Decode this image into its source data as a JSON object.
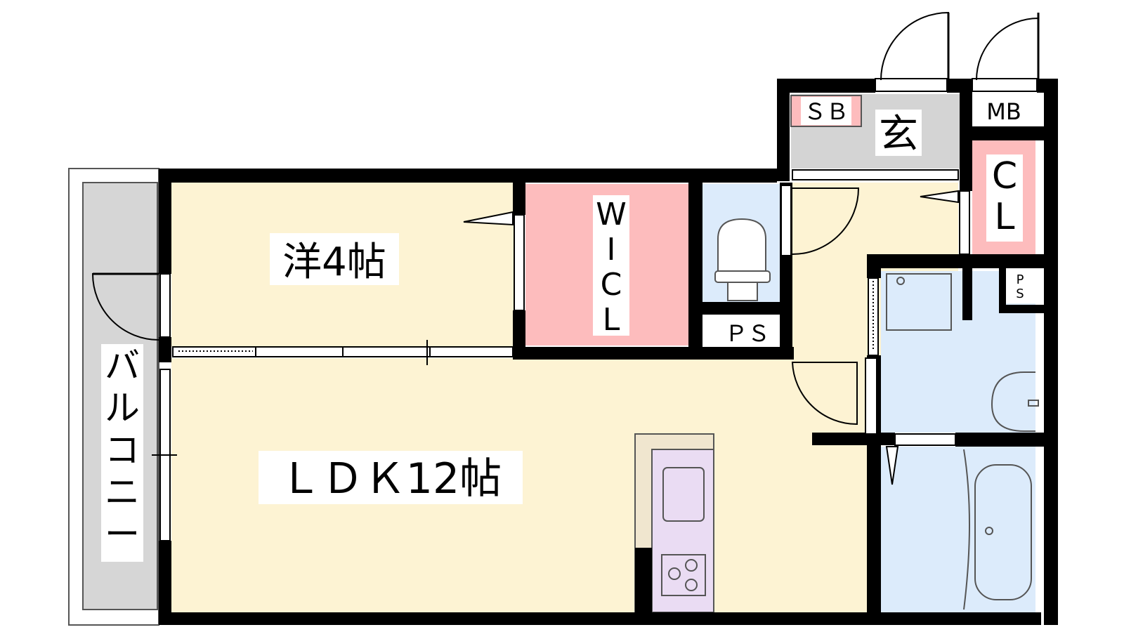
{
  "rooms": {
    "western_room": {
      "label": "洋4帖",
      "color": "#fdf3d3"
    },
    "ldk": {
      "label": "ＬＤＫ12帖",
      "color": "#fdf3d3"
    },
    "walk_in_closet": {
      "label": "W\nI\nC\nL",
      "color": "#fdbcbd"
    },
    "closet": {
      "label": "C\nL",
      "color": "#fdbcbd"
    },
    "entrance": {
      "label": "玄",
      "color": "#d4d4d4"
    },
    "shoe_box": {
      "label": "ＳＢ",
      "color": "#fdbcbd"
    },
    "meter_box": {
      "label": "MB"
    },
    "pipe_space_1": {
      "label": "ＰＳ"
    },
    "pipe_space_2": {
      "label": "P\nS"
    },
    "balcony": {
      "label": "バ\nル\nコ\nニ\nー",
      "color": "#d6d6d6"
    },
    "toilet": {
      "color": "#dcebfb"
    },
    "washroom": {
      "color": "#dcebfb"
    },
    "bathroom": {
      "color": "#dcebfb"
    },
    "kitchen": {
      "color": "#eadcf3"
    }
  },
  "colors": {
    "wall": "#000000",
    "fixture_line": "#555555"
  }
}
